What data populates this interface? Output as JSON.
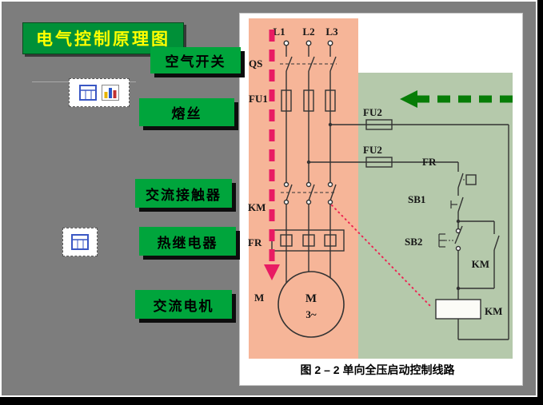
{
  "slide": {
    "title": "电气控制原理图",
    "sidebar_labels": [
      "空气开关",
      "熔丝",
      "交流接触器",
      "热继电器",
      "交流电机"
    ]
  },
  "figure": {
    "caption": "图 2 – 2  单向全压启动控制线路",
    "labels": {
      "l1": "L1",
      "l2": "L2",
      "l3": "L3",
      "qs": "QS",
      "fu1": "FU1",
      "fu2_top": "FU2",
      "fu2_bottom": "FU2",
      "km_main": "KM",
      "fr_main": "FR",
      "m_left": "M",
      "motor": "M",
      "motor_phase": "3~",
      "fr_ctrl": "FR",
      "sb1": "SB1",
      "sb2": "SB2",
      "km_aux": "KM",
      "km_coil": "KM"
    }
  },
  "icons": {
    "box1": [
      "table-icon",
      "chart-icon"
    ],
    "box2": [
      "table-icon"
    ]
  },
  "colors": {
    "slide_background": "#7d7d7d",
    "label_green": "#00a53c",
    "title_green": "#009038",
    "title_text_yellow": "#ffff00",
    "main_circuit_band_pink": "#f6b598",
    "control_circuit_band_green": "#b5c9ab",
    "main_arrow_magenta": "#e81b63",
    "control_arrow_green": "#077d07",
    "linkage_dotted_red": "#ee2352",
    "wire_stroke": "#333333"
  }
}
